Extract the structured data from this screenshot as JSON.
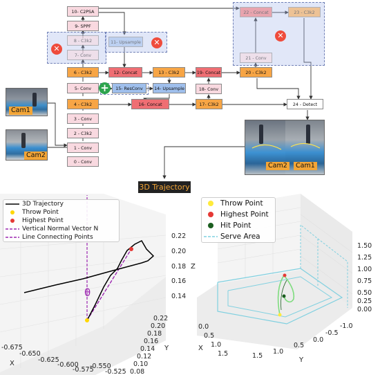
{
  "nodes": {
    "n10": "10- C2PSA",
    "n9": "9- SPPF",
    "n8": "8 - C3k2",
    "n7": "7- Conv",
    "n6": "6 - C3k2",
    "n5": "5- Conv",
    "n4": "4 - C3k2",
    "n3": "3 - Conv",
    "n2": "2 - C3k2",
    "n1": "1 - Conv",
    "n0": "0 - Conv",
    "n11": "11- Upsample",
    "n12": "12- Concat",
    "n13": "13 - C3k2",
    "n15": "15- ResConv",
    "n14": "14- Upsample",
    "n16": "16- Concat",
    "n17": "17- C3k2",
    "n19": "19- Concat",
    "n18": "18- Conv",
    "n20": "20 - C3k2",
    "n21": "21 - Conv",
    "n22": "22 - Concat",
    "n23": "23 - C3k2",
    "n24": "24 - Detect"
  },
  "cams": {
    "cam1": "Cam1",
    "cam2": "Cam2"
  },
  "trajectory_title": "3D Trajectory",
  "left_plot": {
    "legend": [
      "3D Trajectory",
      "Throw Point",
      "Highest Point",
      "Vertical Normal Vector N",
      "Line Connecting Points"
    ],
    "theta": "θ",
    "x_label": "X",
    "y_label": "Y",
    "z_label": "Z",
    "x_ticks": [
      "-0.675",
      "-0.650",
      "-0.625",
      "-0.600",
      "-0.575",
      "-0.550",
      "-0.525"
    ],
    "y_ticks": [
      "0.22",
      "0.20",
      "0.18",
      "0.16",
      "0.14",
      "0.12",
      "0.10",
      "0.08"
    ],
    "z_ticks": [
      "0.22",
      "0.20",
      "0.18",
      "0.16",
      "0.14"
    ],
    "colors": {
      "trajectory": "#000000",
      "throw": "#ffd700",
      "highest": "#e53935",
      "normal": "#9c27b0"
    }
  },
  "right_plot": {
    "legend": [
      "Throw Point",
      "Highest Point",
      "Hit Point",
      "Serve Area"
    ],
    "x_label": "X",
    "y_label": "Y",
    "x_ticks": [
      "0.0",
      "0.5",
      "1.0",
      "1.5"
    ],
    "y_ticks": [
      "1.5",
      "1.0",
      "0.5",
      "0.0",
      "-0.5",
      "-1.0"
    ],
    "z_ticks": [
      "1.50",
      "1.25",
      "1.00",
      "0.75",
      "0.50",
      "0.25",
      "0.00"
    ],
    "colors": {
      "throw": "#ffeb3b",
      "highest": "#e53935",
      "hit": "#1b5e20",
      "serve": "#7fd0e0"
    }
  }
}
